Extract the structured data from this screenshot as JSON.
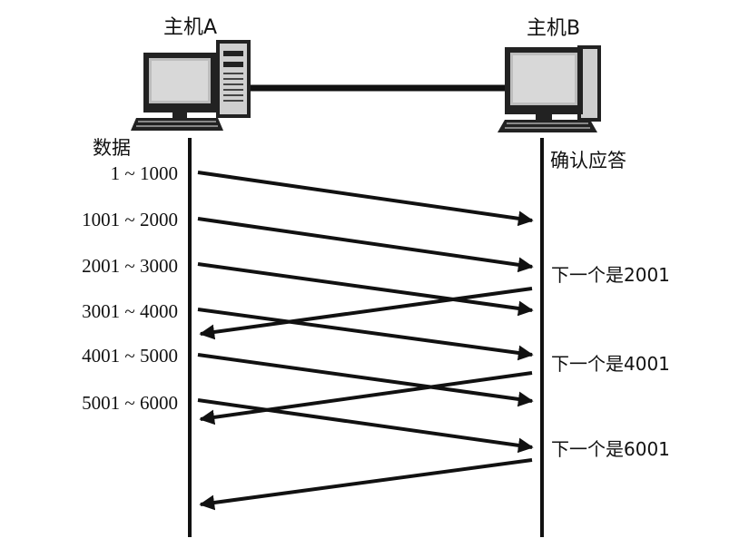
{
  "host_a": {
    "label": "主机A",
    "icon": "desktop-computer-tower-icon"
  },
  "host_b": {
    "label": "主机B",
    "icon": "desktop-computer-tower-icon"
  },
  "left_heading": "数据",
  "right_heading": "确认应答",
  "segments": [
    "1 ~ 1000",
    "1001 ~ 2000",
    "2001 ~ 3000",
    "3001 ~ 4000",
    "4001 ~ 5000",
    "5001 ~ 6000"
  ],
  "acks": [
    "下一个是2001",
    "下一个是4001",
    "下一个是6001"
  ]
}
